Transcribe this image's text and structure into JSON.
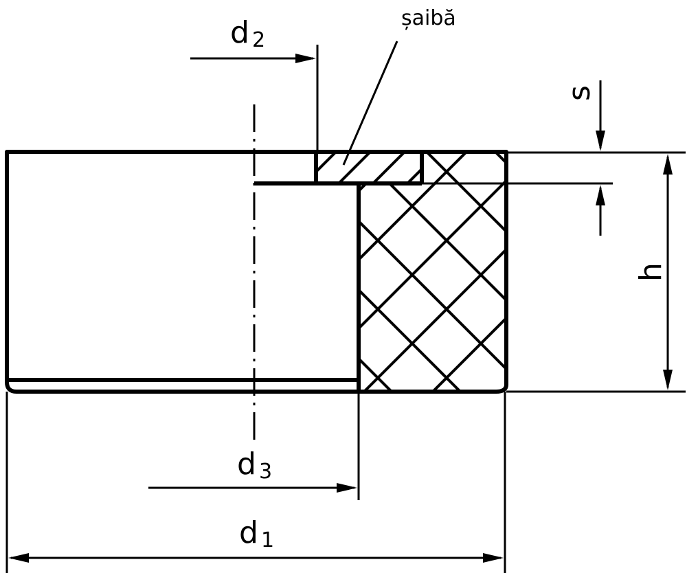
{
  "labels": {
    "d2": {
      "main": "d",
      "sub": "2"
    },
    "d3": {
      "main": "d",
      "sub": "3"
    },
    "d1": {
      "main": "d",
      "sub": "1"
    },
    "s": "s",
    "h": "h",
    "washer": "șaibă"
  },
  "colors": {
    "ink": "#000000",
    "background": "#ffffff"
  }
}
